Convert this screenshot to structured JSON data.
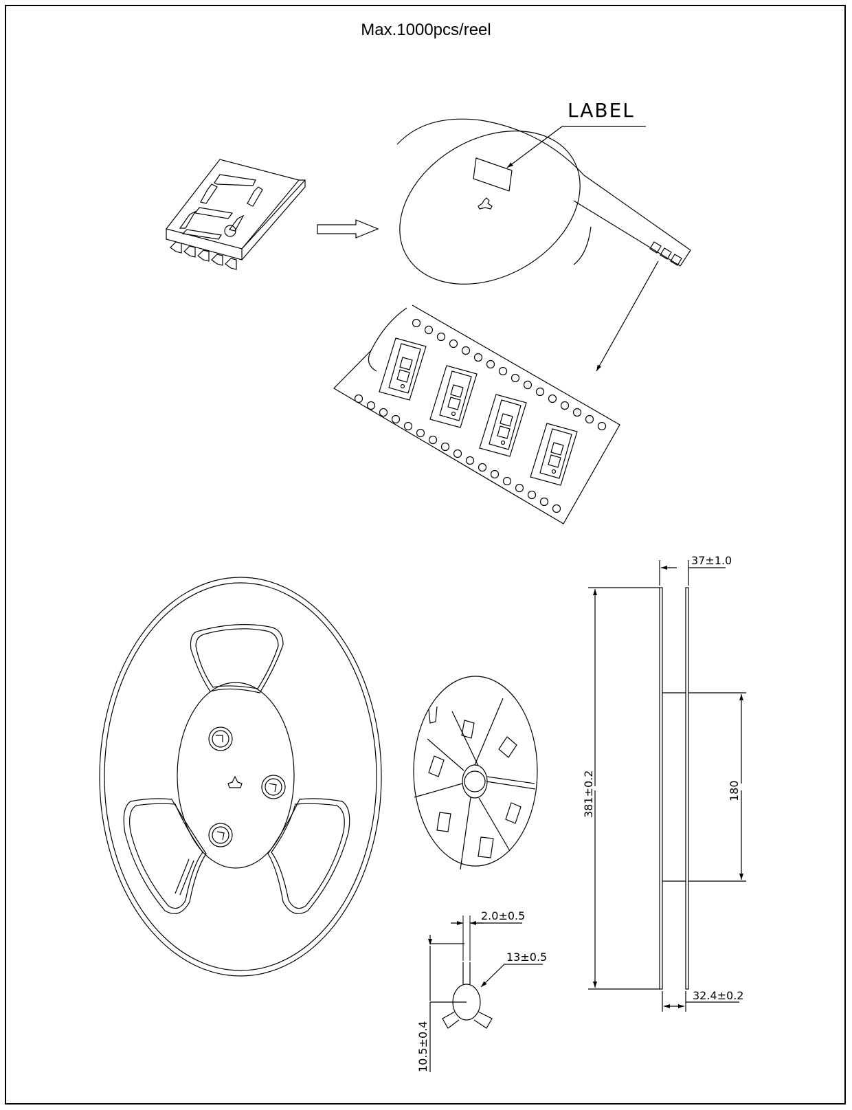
{
  "title": "Max.1000pcs/reel",
  "labels": {
    "label_callout": "LABEL"
  },
  "dimensions": {
    "flange_gap": "37±1.0",
    "reel_diameter": "381±0.2",
    "hub_diameter": "180",
    "inner_width": "32.4±0.2",
    "slot_width": "2.0±0.5",
    "arbor_hole": "13±0.5",
    "slot_depth": "10.5±0.4"
  },
  "colors": {
    "line": "#000000",
    "background": "#ffffff"
  }
}
